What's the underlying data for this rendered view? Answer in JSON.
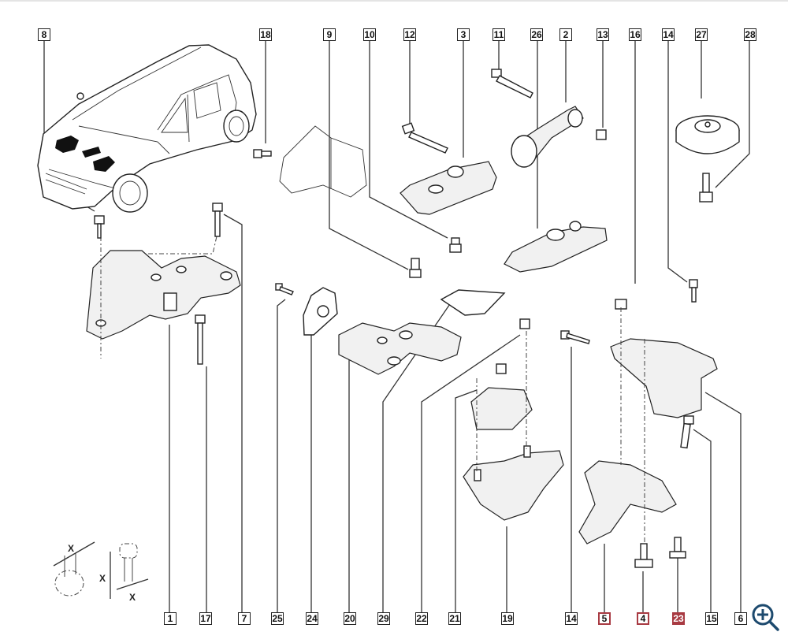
{
  "diagram": {
    "type": "exploded parts diagram",
    "subject": "engine and gearbox mounts",
    "top_callouts": [
      "8",
      "18",
      "9",
      "10",
      "12",
      "3",
      "11",
      "26",
      "2",
      "13",
      "16",
      "14",
      "27",
      "28"
    ],
    "bottom_callouts": [
      "1",
      "17",
      "7",
      "25",
      "24",
      "20",
      "29",
      "22",
      "21",
      "19",
      "14",
      "5",
      "4",
      "23",
      "15",
      "6"
    ],
    "highlighted_callouts": [
      "5",
      "4",
      "23"
    ],
    "highlight_color": "#a83a42",
    "torque_legend": {
      "dimension_label": "X"
    }
  },
  "controls": {
    "zoom_icon": "zoom-in-icon"
  }
}
